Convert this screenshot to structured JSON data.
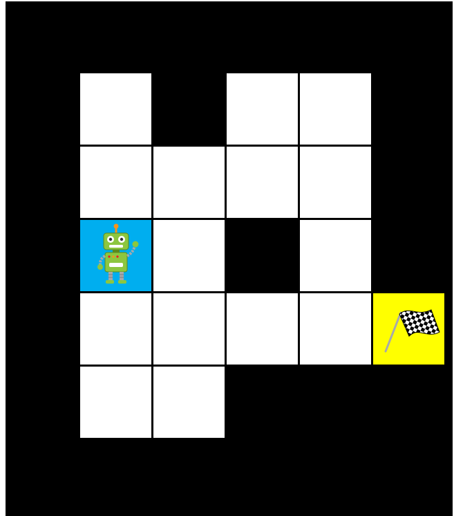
{
  "grid": {
    "rows": 7,
    "cols": 6,
    "cells": [
      [
        "wall",
        "wall",
        "wall",
        "wall",
        "wall",
        "wall"
      ],
      [
        "wall",
        "path",
        "wall",
        "path",
        "path",
        "wall"
      ],
      [
        "wall",
        "path",
        "path",
        "path",
        "path",
        "wall"
      ],
      [
        "wall",
        "robot",
        "path",
        "wall",
        "path",
        "wall"
      ],
      [
        "wall",
        "path",
        "path",
        "path",
        "path",
        "goal"
      ],
      [
        "wall",
        "path",
        "path",
        "wall",
        "wall",
        "wall"
      ],
      [
        "wall",
        "wall",
        "wall",
        "wall",
        "wall",
        "wall"
      ]
    ]
  },
  "colors": {
    "wall": "#000000",
    "path": "#ffffff",
    "robot_tile": "#00aeef",
    "goal_tile": "#ffff00"
  },
  "robot": {
    "icon": "robot-icon",
    "row": 3,
    "col": 1
  },
  "goal": {
    "icon": "checkered-flag-icon",
    "row": 4,
    "col": 5
  }
}
